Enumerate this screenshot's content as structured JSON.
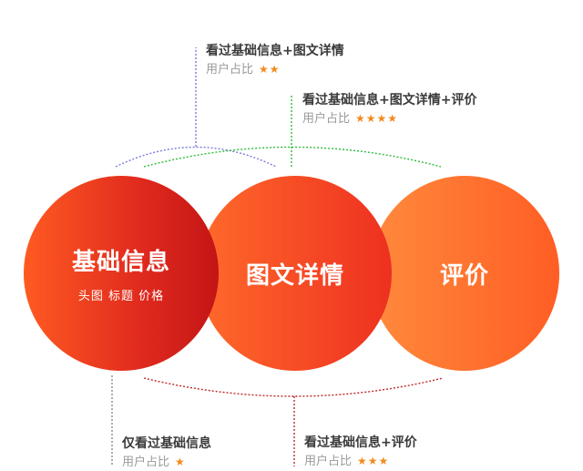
{
  "circles": {
    "basic": {
      "title": "基础信息",
      "subtitle": "头图 标题 价格"
    },
    "detail": {
      "title": "图文详情"
    },
    "evaluation": {
      "title": "评价"
    }
  },
  "annotations": {
    "basic_detail": {
      "title": "看过基础信息+图文详情",
      "share_label": "用户占比",
      "stars": "★★",
      "rating": 2
    },
    "basic_detail_eval": {
      "title": "看过基础信息+图文详情+评价",
      "share_label": "用户占比",
      "stars": "★★★★",
      "rating": 4
    },
    "basic_only": {
      "title": "仅看过基础信息",
      "share_label": "用户占比",
      "stars": "★",
      "rating": 1
    },
    "basic_eval": {
      "title": "看过基础信息+评价",
      "share_label": "用户占比",
      "stars": "★★★",
      "rating": 3
    }
  },
  "colors": {
    "purple_line": "#7b7bdc",
    "green_line": "#2ebd3b",
    "gray_line": "#8a8a8a",
    "red_line": "#c0282a",
    "star": "#f08a1e"
  }
}
